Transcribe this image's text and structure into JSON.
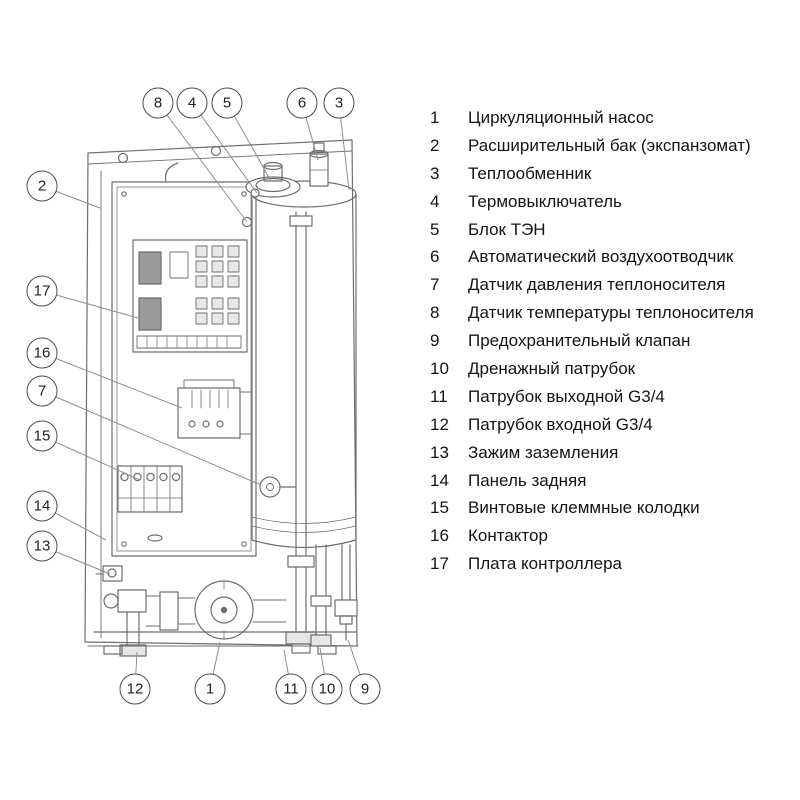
{
  "page": {
    "background": "#ffffff",
    "line_color": "#6e6e6e",
    "text_color": "#141414"
  },
  "legend": {
    "items": [
      {
        "num": "1",
        "label": "Циркуляционный насос"
      },
      {
        "num": "2",
        "label": "Расширительный бак (экспанзомат)"
      },
      {
        "num": "3",
        "label": "Теплообменник"
      },
      {
        "num": "4",
        "label": "Термовыключатель"
      },
      {
        "num": "5",
        "label": "Блок ТЭН"
      },
      {
        "num": "6",
        "label": "Автоматический воздухоотводчик"
      },
      {
        "num": "7",
        "label": "Датчик давления теплоносителя"
      },
      {
        "num": "8",
        "label": "Датчик температуры теплоносителя"
      },
      {
        "num": "9",
        "label": "Предохранительный клапан"
      },
      {
        "num": "10",
        "label": "Дренажный патрубок"
      },
      {
        "num": "11",
        "label": "Патрубок выходной G3/4"
      },
      {
        "num": "12",
        "label": "Патрубок входной G3/4"
      },
      {
        "num": "13",
        "label": "Зажим заземления"
      },
      {
        "num": "14",
        "label": "Панель задняя"
      },
      {
        "num": "15",
        "label": "Винтовые клеммные колодки"
      },
      {
        "num": "16",
        "label": "Контактор"
      },
      {
        "num": "17",
        "label": "Плата контроллера"
      }
    ]
  },
  "callouts": [
    "8",
    "4",
    "5",
    "6",
    "3",
    "2",
    "17",
    "16",
    "7",
    "15",
    "14",
    "13",
    "12",
    "1",
    "11",
    "10",
    "9"
  ]
}
